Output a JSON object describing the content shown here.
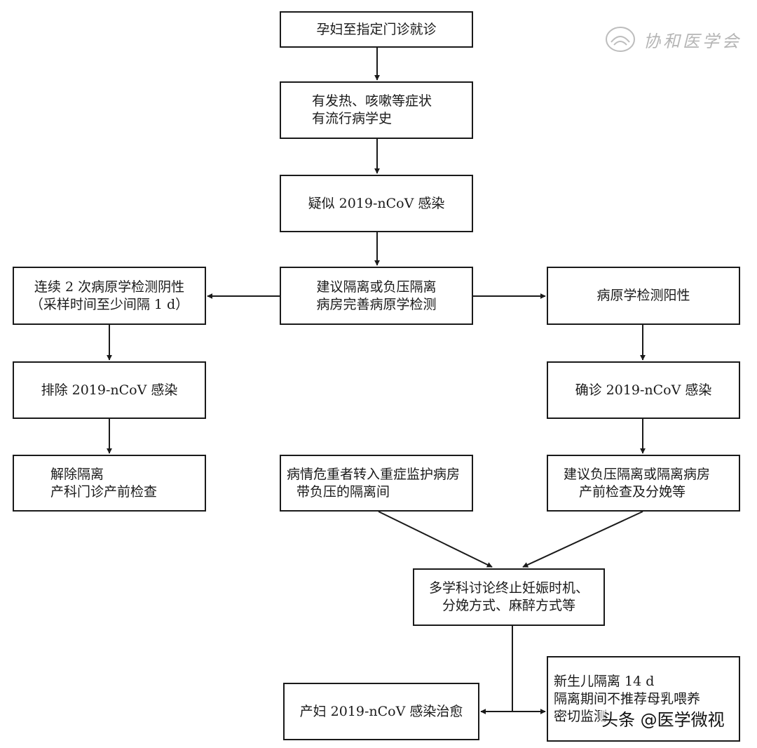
{
  "diagram": {
    "nodes": {
      "n1": {
        "lines": [
          "孕妇至指定门诊就诊"
        ]
      },
      "n2": {
        "lines": [
          "有发热、咳嗽等症状",
          "有流行病学史"
        ]
      },
      "n3": {
        "lines": [
          "疑似 2019-nCoV 感染"
        ]
      },
      "n4": {
        "lines": [
          "建议隔离或负压隔离",
          "病房完善病原学检测"
        ]
      },
      "n5": {
        "lines": [
          "连续 2 次病原学检测阴性",
          "（采样时间至少间隔 1 d）"
        ]
      },
      "n6": {
        "lines": [
          "排除 2019-nCoV 感染"
        ]
      },
      "n7": {
        "lines": [
          "解除隔离",
          "产科门诊产前检查"
        ]
      },
      "n8": {
        "lines": [
          "病原学检测阳性"
        ]
      },
      "n9": {
        "lines": [
          "确诊 2019-nCoV 感染"
        ]
      },
      "n10": {
        "lines": [
          "建议负压隔离或隔离病房",
          "产前检查及分娩等"
        ]
      },
      "n11": {
        "lines": [
          "病情危重者转入重症监护病房",
          "带负压的隔离间"
        ]
      },
      "n12": {
        "lines": [
          "多学科讨论终止妊娠时机、",
          "分娩方式、麻醉方式等"
        ]
      },
      "n13": {
        "lines": [
          "产妇 2019-nCoV 感染治愈"
        ]
      },
      "n14": {
        "lines": [
          "新生儿隔离 14 d",
          "隔离期间不推荐母乳喂养",
          "密切监测"
        ]
      }
    }
  },
  "watermark": {
    "text": "协和医学会"
  },
  "credit": {
    "text": "头条 @医学微视"
  }
}
